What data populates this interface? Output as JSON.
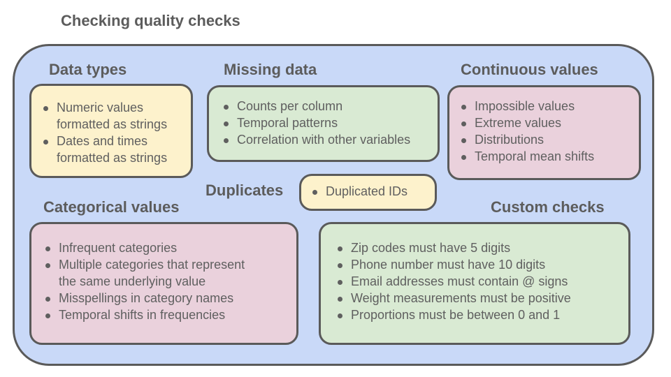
{
  "title": "Checking quality checks",
  "sections": {
    "data_types": {
      "title": "Data types",
      "items": [
        "Numeric values\nformatted as strings",
        "Dates and times\nformatted as strings"
      ]
    },
    "missing_data": {
      "title": "Missing data",
      "items": [
        "Counts per column",
        "Temporal patterns",
        "Correlation with other variables"
      ]
    },
    "continuous_values": {
      "title": "Continuous values",
      "items": [
        "Impossible values",
        "Extreme values",
        "Distributions",
        "Temporal mean shifts"
      ]
    },
    "duplicates": {
      "title": "Duplicates",
      "items": [
        "Duplicated IDs"
      ]
    },
    "categorical_values": {
      "title": "Categorical values",
      "items": [
        "Infrequent categories",
        "Multiple categories that represent\nthe same underlying value",
        "Misspellings in category names",
        "Temporal shifts in frequencies"
      ]
    },
    "custom_checks": {
      "title": "Custom checks",
      "items": [
        "Zip codes must have 5 digits",
        "Phone number must have 10 digits",
        "Email addresses must contain @ signs",
        "Weight measurements must be positive",
        "Proportions must be between 0 and 1"
      ]
    }
  },
  "colors": {
    "background": "#c9d9f8",
    "yellow": "#fdf2cc",
    "green": "#d9ead3",
    "pink": "#ead1dc",
    "border": "#5a5a5a"
  }
}
